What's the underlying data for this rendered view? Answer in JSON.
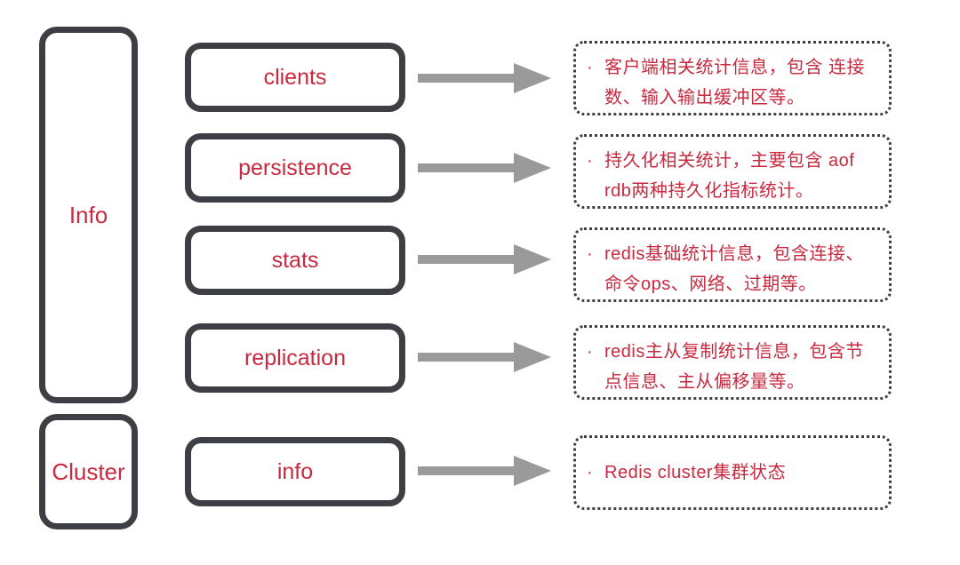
{
  "groups": {
    "info": {
      "label": "Info"
    },
    "cluster": {
      "label": "Cluster"
    }
  },
  "rows": [
    {
      "category": "clients",
      "description": "客户端相关统计信息，包含 连接数、输入输出缓冲区等。"
    },
    {
      "category": "persistence",
      "description": "持久化相关统计，主要包含 aof rdb两种持久化指标统计。"
    },
    {
      "category": "stats",
      "description": "redis基础统计信息，包含连接、命令ops、网络、过期等。"
    },
    {
      "category": "replication",
      "description": "redis主从复制统计信息，包含节点信息、主从偏移量等。"
    },
    {
      "category": "info",
      "description": "Redis cluster集群状态"
    }
  ],
  "bullet": "·",
  "colors": {
    "text": "#c7293f",
    "border": "#3e3f45",
    "arrow": "#9a9a9a"
  }
}
